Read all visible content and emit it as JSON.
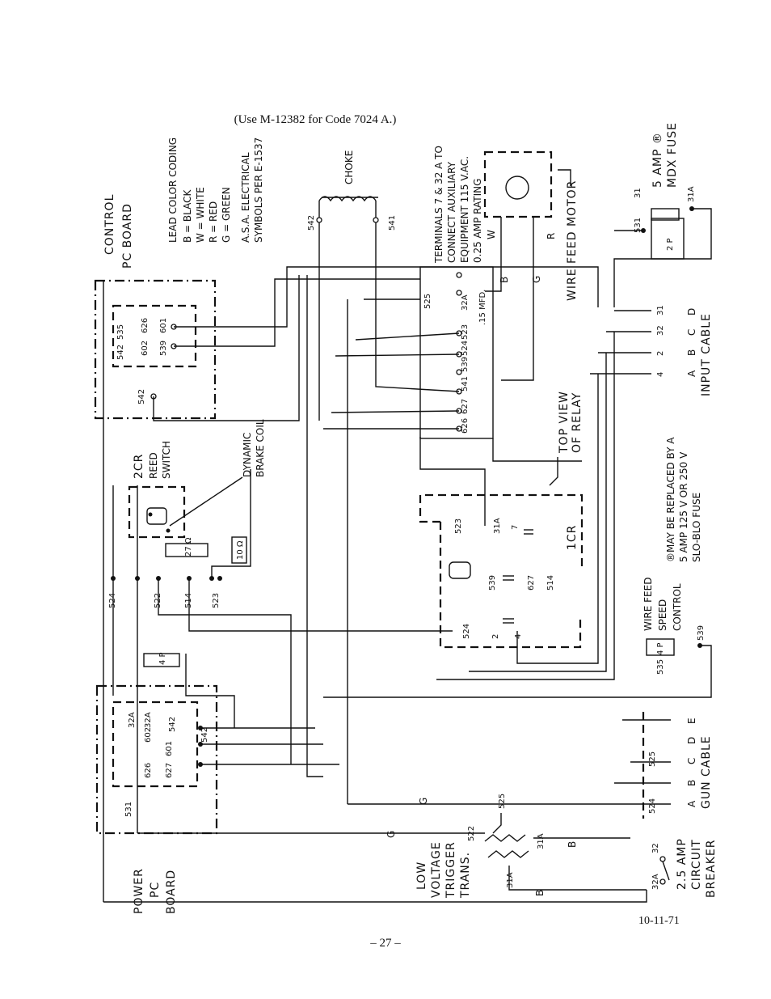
{
  "header_note": "(Use M-12382 for Code 7024 A.)",
  "date": "10-11-71",
  "page_number": "– 27 –",
  "control_board": {
    "title_1": "CONTROL",
    "title_2": "PC BOARD",
    "terminals": [
      "535",
      "626",
      "602",
      "542",
      "539",
      "601"
    ],
    "extra": "542"
  },
  "color_code": {
    "title": "LEAD COLOR CODING",
    "items": [
      "B = BLACK",
      "W = WHITE",
      "R = RED",
      "G = GREEN"
    ]
  },
  "asa_note": [
    "A.S.A. ELECTRICAL",
    "SYMBOLS PER E-1537"
  ],
  "choke": {
    "label": "CHOKE",
    "t1": "542",
    "t2": "541"
  },
  "aux_note": [
    "TERMINALS 7 & 32 A TO",
    "CONNECT AUXILIARY",
    "EQUIPMENT 115 V.AC.",
    "0.25 AMP RATING"
  ],
  "motor": {
    "label": "WIRE FEED MOTOR",
    "wires": [
      "W",
      "B",
      "G",
      "R"
    ]
  },
  "fuse": {
    "label_1": "5 AMP ®",
    "label_2": "MDX FUSE",
    "t1": "31",
    "t2": "31A",
    "t3": "531",
    "code": "2 P"
  },
  "relay": {
    "label_1": "TOP VIEW",
    "label_2": "OF RELAY",
    "cap": ".15 MFD.",
    "terminals": [
      "32A",
      "525",
      "524",
      "523",
      "541",
      "539",
      "627",
      "626"
    ]
  },
  "input_cable": {
    "label": "INPUT CABLE",
    "letters": [
      "D",
      "C",
      "B",
      "A"
    ],
    "numbers": [
      "31",
      "32",
      "2",
      "4"
    ]
  },
  "reed": {
    "label_1": "2CR",
    "label_2": "REED",
    "label_3": "SWITCH"
  },
  "brake": {
    "label_1": "DYNAMIC",
    "label_2": "BRAKE COIL"
  },
  "resistors": {
    "r1": "27 Ω",
    "r2": "10 Ω"
  },
  "wires_mid": [
    "524",
    "522",
    "514",
    "523"
  ],
  "cr1": {
    "label": "1CR",
    "terms": [
      "31A",
      "7",
      "523",
      "539",
      "627",
      "514",
      "524",
      "2",
      "4"
    ]
  },
  "fuse_note": [
    "®MAY BE REPLACED BY A",
    "5 AMP 125 V OR 250 V",
    "SLO-BLO FUSE"
  ],
  "speed": {
    "label_1": "WIRE FEED",
    "label_2": "SPEED",
    "label_3": "CONTROL",
    "t1": "535",
    "t2": "539",
    "code": "4 P"
  },
  "small_4p": "4 P",
  "power_board": {
    "title_1": "POWER",
    "title_2": "PC",
    "title_3": "BOARD",
    "terminals": [
      "32A",
      "32A",
      "602",
      "542",
      "626",
      "601",
      "627",
      "531",
      "542"
    ]
  },
  "gun_cable": {
    "label": "GUN CABLE",
    "letters": [
      "E",
      "D",
      "C",
      "B",
      "A"
    ],
    "numbers": [
      "525",
      "524"
    ]
  },
  "transformer": {
    "label_1": "LOW",
    "label_2": "VOLTAGE",
    "label_3": "TRIGGER",
    "label_4": "TRANS.",
    "t1": "525",
    "t2": "522",
    "t3": "31A",
    "t4": "31A",
    "wires": [
      "G",
      "G",
      "B",
      "B"
    ]
  },
  "breaker": {
    "label_1": "2.5 AMP",
    "label_2": "CIRCUIT",
    "label_3": "BREAKER",
    "t1": "32",
    "t2": "32A"
  }
}
